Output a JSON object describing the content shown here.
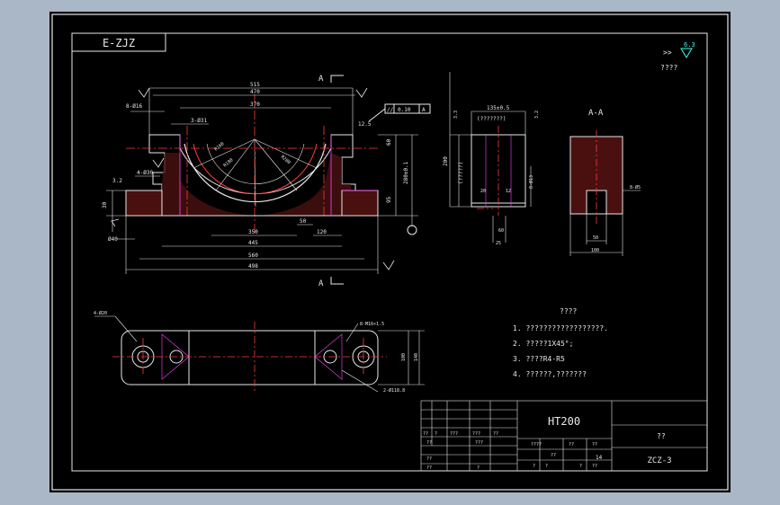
{
  "drawing": {
    "code_box": "E-ZJZ",
    "roughness_symbol": "6.3",
    "roughness_qmark": ">>",
    "roughness_note": "????",
    "section_label": "A",
    "section_view_label": "A-A",
    "material": "HT200",
    "drawing_number": "ZCZ-3",
    "title_block_top_right": "??",
    "sheet": "14",
    "tech_req_title": "????",
    "tech_req": [
      "1. ??????????????????.",
      "2. ?????1X45°;",
      "3. ????R4-R5",
      "4. ??????,???????"
    ],
    "dims_front": {
      "d515": "515",
      "d470": "470",
      "d370": "370",
      "d8hole": "8-Ø16",
      "d3": "3-Ø31",
      "r160": "R160",
      "r180": "R180",
      "r200": "R200",
      "d60": "60",
      "d280": "280±0.1",
      "d95": "95",
      "d50": "50",
      "d120": "120",
      "d350": "350",
      "d445": "445",
      "d560": "560",
      "d4980": "498",
      "d32": "3.2",
      "d125": "12.5",
      "d30": "30",
      "d4_1": "4-Ø30",
      "d_left_a": "Ø40",
      "tol_sym": "//",
      "tol_val": "0.10",
      "tol_ref": "A",
      "b_note": "?????"
    },
    "dims_side": {
      "w": "135±0.5",
      "h": "200",
      "note": "(???????)",
      "side_note": "(?????)",
      "d20": "20",
      "d12": "12",
      "d25": "25",
      "d60": "60",
      "d2": "8-Ø13",
      "d33": "3.3",
      "d32b": "3.2"
    },
    "dims_section": {
      "d8": "8-Ø5",
      "d50": "50",
      "d100": "100"
    },
    "dims_top": {
      "holes4": "4-Ø20",
      "holes_right": "8-M16×1.5",
      "holes_right2": "2-Ø118.8",
      "h1": "100",
      "h2": "140"
    },
    "title_block": {
      "row1": [
        "??",
        "?",
        "???",
        "???",
        "??",
        "??"
      ],
      "row2": [
        "??",
        "???",
        "????",
        "??",
        "??"
      ],
      "row3": [
        "??",
        "??",
        "?",
        "?",
        "?",
        "?"
      ],
      "scale_label": "??",
      "weight": "??"
    }
  }
}
